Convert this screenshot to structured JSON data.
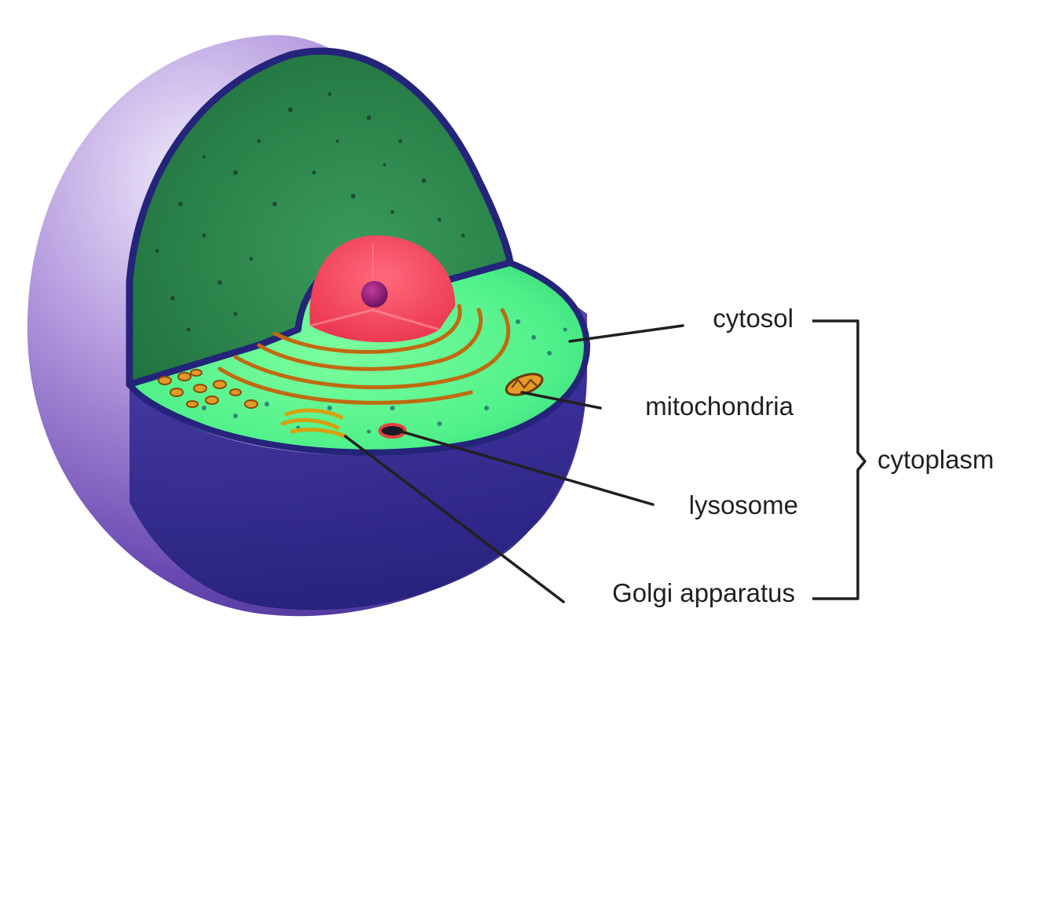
{
  "labels": {
    "cytosol": "cytosol",
    "mitochondria": "mitochondria",
    "lysosome": "lysosome",
    "golgi": "Golgi apparatus",
    "cytoplasm": "cytoplasm"
  },
  "colors": {
    "membrane_outer": "#2a2a8c",
    "membrane_shell": "#8e6fc9",
    "cytosol_interior": "#2f8a4e",
    "cytosol_floor": "#4ef08a",
    "nucleus": "#f2435c",
    "nucleolus": "#8b1a7a",
    "organelle": "#e39a28",
    "leader_line": "#231f20"
  }
}
